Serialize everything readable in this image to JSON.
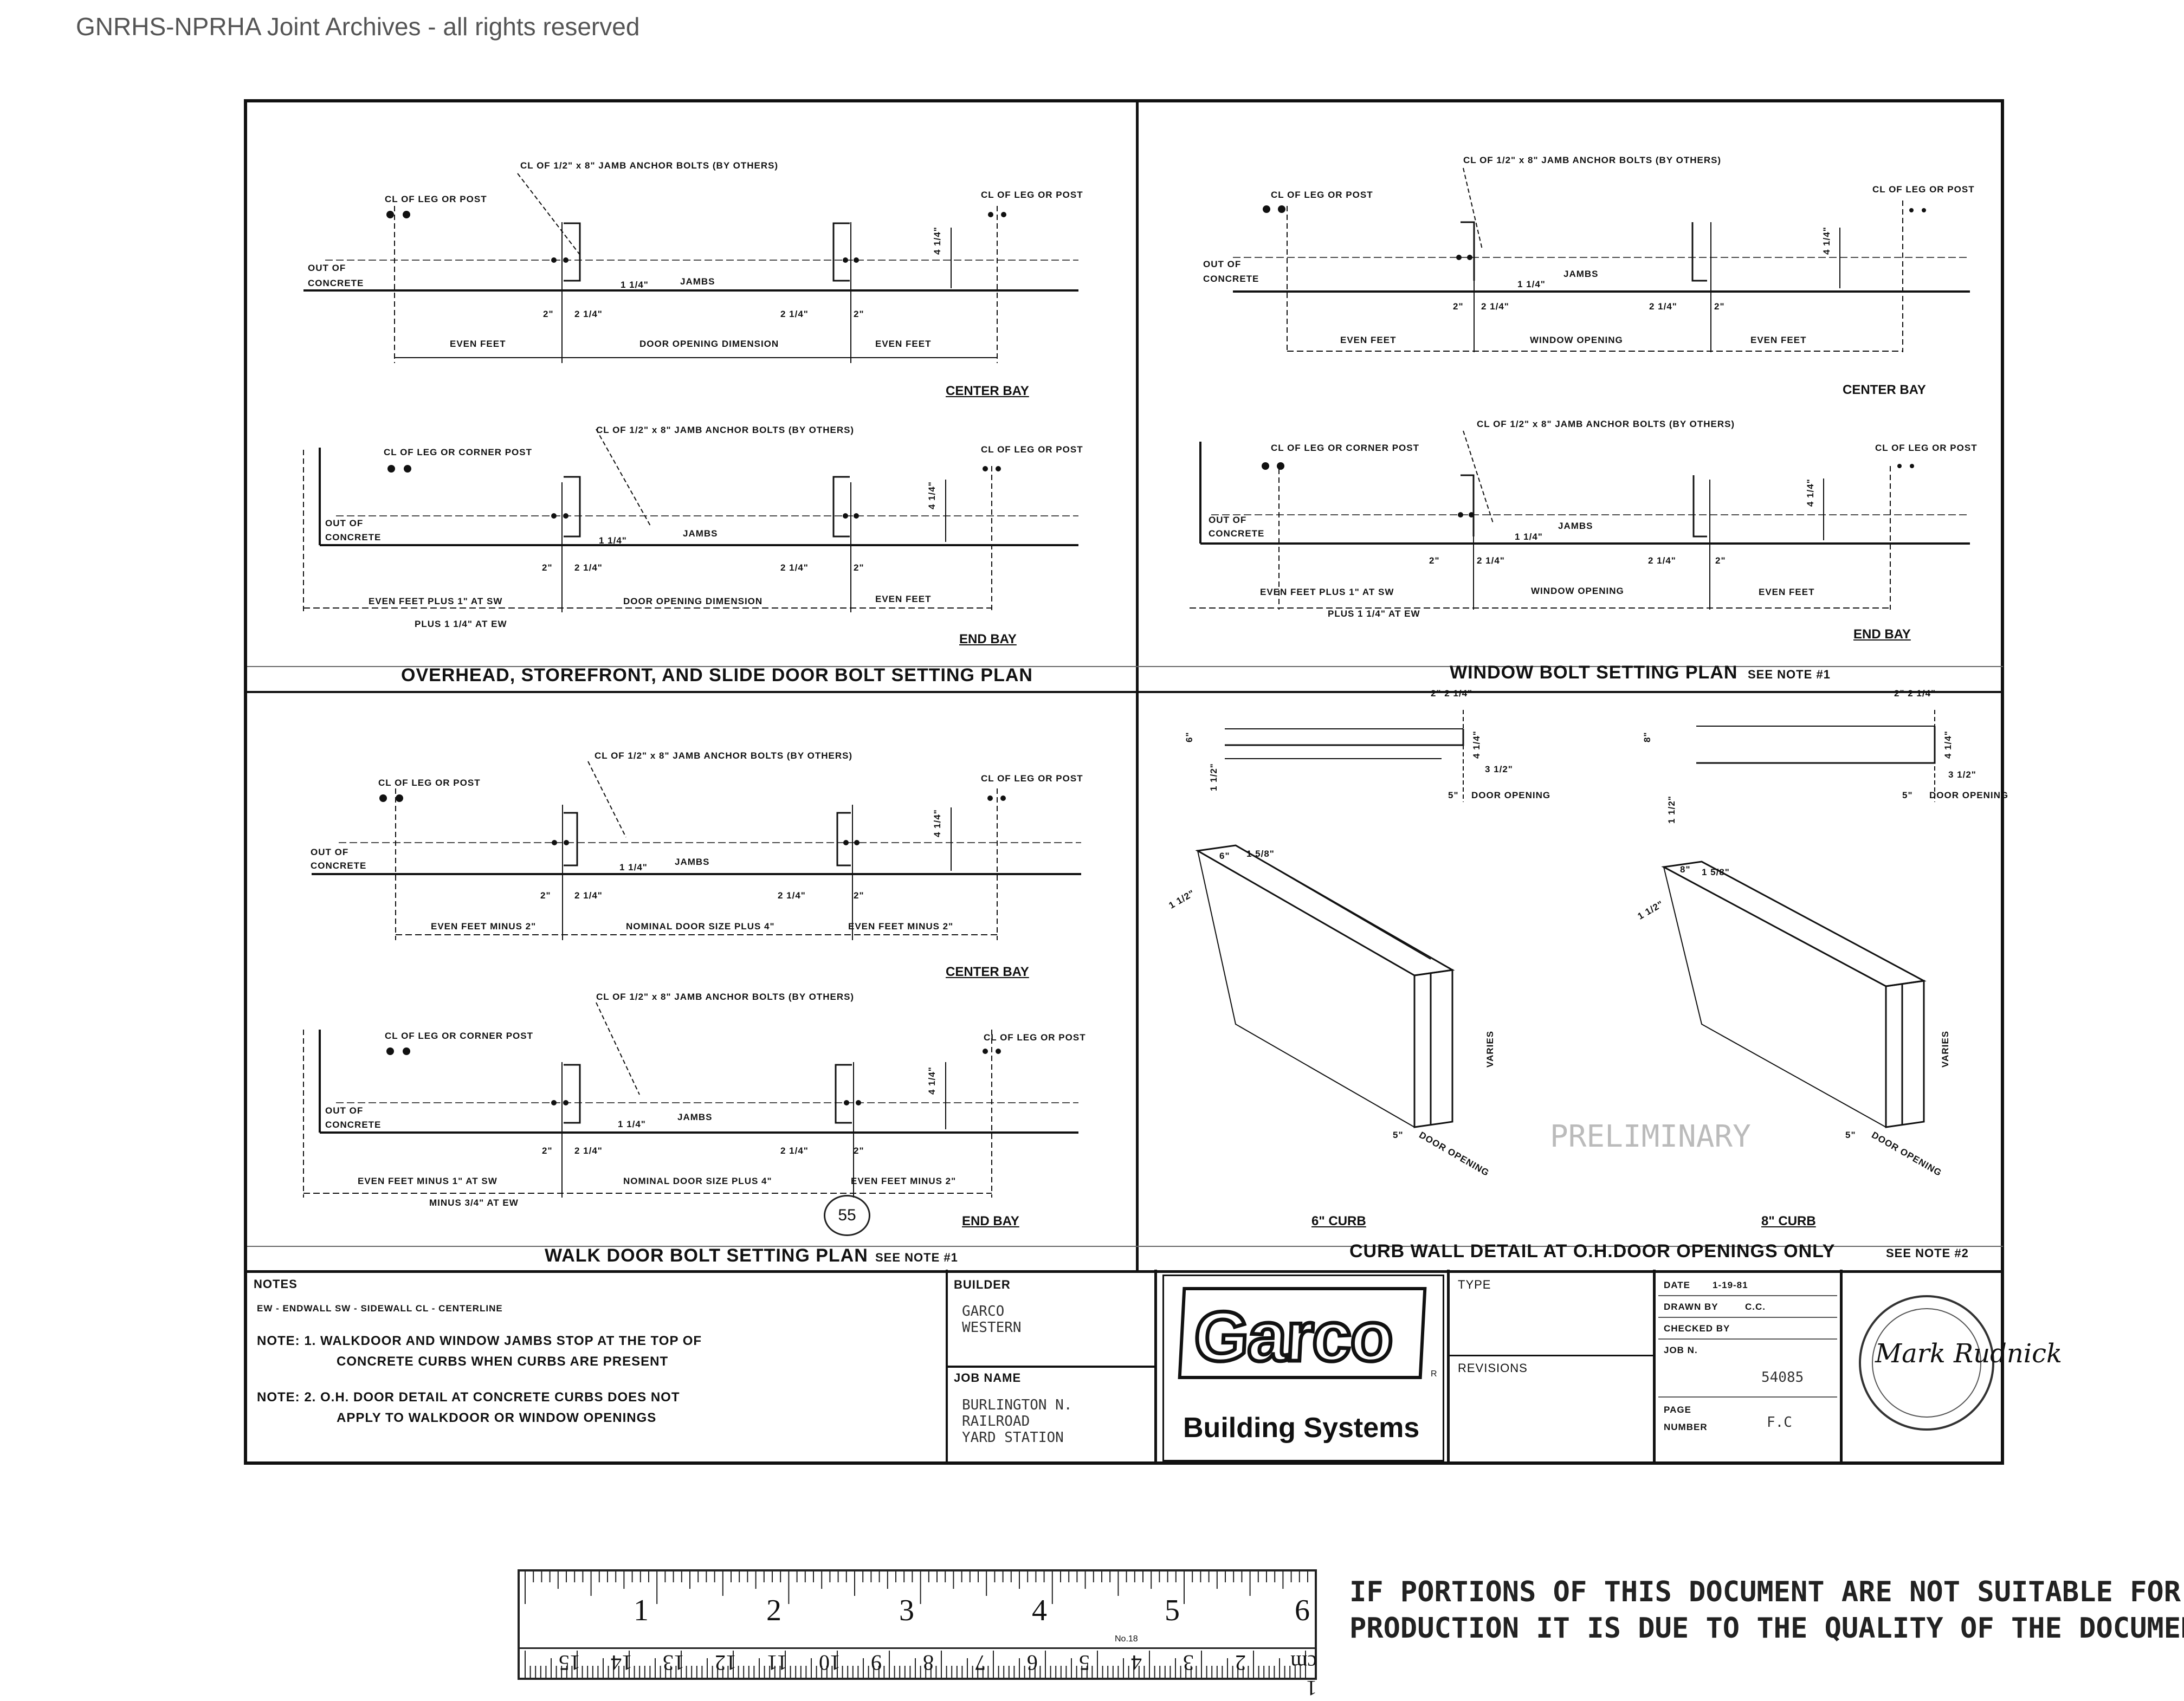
{
  "watermark": "GNRHS-NPRHA Joint Archives - all rights reserved",
  "panels": {
    "door": {
      "title": "OVERHEAD, STOREFRONT, AND SLIDE DOOR BOLT SETTING PLAN",
      "center_bay": {
        "label": "CENTER BAY",
        "anchor_note": "CL OF 1/2\" x 8\" JAMB ANCHOR BOLTS (BY OTHERS)",
        "left_post": "CL OF LEG OR POST",
        "right_post": "CL OF LEG OR POST",
        "out_of": "OUT OF",
        "concrete": "CONCRETE",
        "jambs": "JAMBS",
        "dim_a": "1 1/4\"",
        "dim_b": "2\"",
        "dim_c": "2 1/4\"",
        "dim_d": "2 1/4\"",
        "dim_e": "2\"",
        "dim_v": "4 1/4\"",
        "left_dim": "EVEN FEET",
        "mid_dim": "DOOR OPENING DIMENSION",
        "right_dim": "EVEN FEET"
      },
      "end_bay": {
        "label": "END BAY",
        "anchor_note": "CL OF 1/2\" x 8\" JAMB ANCHOR BOLTS (BY OTHERS)",
        "left_post": "CL OF LEG OR CORNER POST",
        "right_post": "CL OF LEG OR POST",
        "out_of": "OUT OF",
        "concrete": "CONCRETE",
        "jambs": "JAMBS",
        "dim_a": "1 1/4\"",
        "dim_b": "2\"",
        "dim_c": "2 1/4\"",
        "dim_d": "2 1/4\"",
        "dim_e": "2\"",
        "dim_v": "4 1/4\"",
        "left_dim": "EVEN FEET PLUS 1\" AT SW",
        "left_dim2": "PLUS 1 1/4\" AT EW",
        "mid_dim": "DOOR OPENING DIMENSION",
        "right_dim": "EVEN FEET"
      }
    },
    "window": {
      "title": "WINDOW BOLT SETTING PLAN",
      "see_note": "SEE NOTE #1",
      "center_bay": {
        "label": "CENTER BAY",
        "anchor_note": "CL OF 1/2\" x 8\" JAMB ANCHOR BOLTS (BY OTHERS)",
        "left_post": "CL OF LEG OR POST",
        "right_post": "CL OF LEG OR POST",
        "out_of": "OUT OF",
        "concrete": "CONCRETE",
        "jambs": "JAMBS",
        "dim_a": "1 1/4\"",
        "dim_b": "2\"",
        "dim_c": "2 1/4\"",
        "dim_d": "2 1/4\"",
        "dim_e": "2\"",
        "dim_v": "4 1/4\"",
        "left_dim": "EVEN FEET",
        "mid_dim": "WINDOW OPENING",
        "right_dim": "EVEN FEET"
      },
      "end_bay": {
        "label": "END BAY",
        "anchor_note": "CL OF 1/2\" x 8\" JAMB ANCHOR BOLTS (BY OTHERS)",
        "left_post": "CL OF LEG OR CORNER POST",
        "right_post": "CL OF LEG OR POST",
        "out_of": "OUT OF",
        "concrete": "CONCRETE",
        "jambs": "JAMBS",
        "dim_a": "1 1/4\"",
        "dim_b": "2\"",
        "dim_c": "2 1/4\"",
        "dim_d": "2 1/4\"",
        "dim_e": "2\"",
        "dim_v": "4 1/4\"",
        "left_dim": "EVEN FEET PLUS 1\" AT SW",
        "left_dim2": "PLUS 1 1/4\" AT EW",
        "mid_dim": "WINDOW OPENING",
        "right_dim": "EVEN FEET"
      }
    },
    "walk": {
      "title": "WALK DOOR BOLT SETTING PLAN",
      "see_note": "SEE NOTE #1",
      "stamp": "55",
      "center_bay": {
        "label": "CENTER BAY",
        "anchor_note": "CL OF 1/2\" x 8\" JAMB ANCHOR BOLTS (BY OTHERS)",
        "left_post": "CL OF LEG OR POST",
        "right_post": "CL OF LEG OR POST",
        "out_of": "OUT OF",
        "concrete": "CONCRETE",
        "jambs": "JAMBS",
        "dim_a": "1 1/4\"",
        "dim_b": "2\"",
        "dim_c": "2 1/4\"",
        "dim_d": "2 1/4\"",
        "dim_e": "2\"",
        "dim_v": "4 1/4\"",
        "left_dim": "EVEN FEET MINUS 2\"",
        "mid_dim": "NOMINAL DOOR SIZE PLUS 4\"",
        "right_dim": "EVEN FEET MINUS 2\""
      },
      "end_bay": {
        "label": "END BAY",
        "anchor_note": "CL OF 1/2\" x 8\" JAMB ANCHOR BOLTS (BY OTHERS)",
        "left_post": "CL OF LEG OR CORNER POST",
        "right_post": "CL OF LEG OR POST",
        "out_of": "OUT OF",
        "concrete": "CONCRETE",
        "jambs": "JAMBS",
        "dim_a": "1 1/4\"",
        "dim_b": "2\"",
        "dim_c": "2 1/4\"",
        "dim_d": "2 1/4\"",
        "dim_e": "2\"",
        "dim_v": "4 1/4\"",
        "left_dim": "EVEN FEET  MINUS 1\" AT SW",
        "left_dim2": "MINUS 3/4\" AT EW",
        "mid_dim": "NOMINAL DOOR SIZE PLUS 4\"",
        "right_dim": "EVEN FEET MINUS 2\""
      }
    },
    "curb": {
      "title": "CURB WALL DETAIL AT O.H.DOOR OPENINGS ONLY",
      "see_note": "SEE NOTE #2",
      "curb6": {
        "label": "6\" CURB",
        "dim_top": "2\" 2 1/4\"",
        "dim_h": "6\"",
        "dim_w": "1 1/2\"",
        "dim_v": "4 1/4\"",
        "dim_side": "3 1/2\"",
        "dim_five": "5\"",
        "door_opening": "DOOR OPENING",
        "iso_w": "6\"",
        "iso_d": "1 5/8\"",
        "iso_side": "1 1/2\"",
        "varies": "VARIES",
        "iso_five": "5\"",
        "iso_door": "DOOR OPENING"
      },
      "curb8": {
        "label": "8\" CURB",
        "dim_top": "2\" 2 1/4\"",
        "dim_h": "8\"",
        "dim_w": "1 1/2\"",
        "dim_v": "4 1/4\"",
        "dim_side": "3 1/2\"",
        "dim_five": "5\"",
        "door_opening": "DOOR OPENING",
        "iso_w": "8\"",
        "iso_d": "1 5/8\"",
        "iso_side": "1 1/2\"",
        "varies": "VARIES",
        "iso_five": "5\"",
        "iso_door": "DOOR OPENING"
      },
      "faint_stamp": "PRELIMINARY"
    }
  },
  "title_block": {
    "notes_header": "NOTES",
    "abbrev": "EW - ENDWALL  SW - SIDEWALL  CL - CENTERLINE",
    "note1_a": "NOTE: 1.  WALKDOOR AND WINDOW JAMBS STOP AT THE TOP OF",
    "note1_b": "CONCRETE CURBS WHEN CURBS ARE PRESENT",
    "note2_a": "NOTE: 2.  O.H. DOOR DETAIL AT CONCRETE CURBS DOES NOT",
    "note2_b": "APPLY TO WALKDOOR OR WINDOW OPENINGS",
    "builder_label": "BUILDER",
    "builder_line1": "GARCO",
    "builder_line2": "WESTERN",
    "job_label": "JOB NAME",
    "job_line1": "BURLINGTON N.",
    "job_line2": "RAILROAD",
    "job_line3": "YARD STATION",
    "logo": "Garco",
    "logo_r": "R",
    "building_systems": "Building Systems",
    "type_label": "TYPE",
    "revisions_label": "REVISIONS",
    "date_label": "DATE",
    "date_value": "1-19-81",
    "drawn_label": "DRAWN BY",
    "drawn_value": "C.C.",
    "checked_label": "CHECKED BY",
    "job_no_label": "JOB N.",
    "job_no_value": "54085",
    "page_label": "PAGE",
    "number_label": "NUMBER",
    "page_value": "F.C",
    "signature": "Mark Rudnick"
  },
  "ruler": {
    "top_numbers": [
      "1",
      "2",
      "3",
      "4",
      "5",
      "6"
    ],
    "model": "No.18",
    "bottom_numbers": [
      "1 cm",
      "2",
      "3",
      "4",
      "5",
      "6",
      "7",
      "8",
      "9",
      "10",
      "11",
      "12",
      "13",
      "14",
      "15"
    ]
  },
  "disclaimer": {
    "line1": "IF PORTIONS OF THIS DOCUMENT ARE NOT SUITABLE FOR RE-",
    "line2": "PRODUCTION IT IS DUE TO THE QUALITY OF THE DOCUMENT."
  },
  "colors": {
    "ink": "#111111",
    "paper": "#ffffff",
    "watermark": "#555555"
  }
}
